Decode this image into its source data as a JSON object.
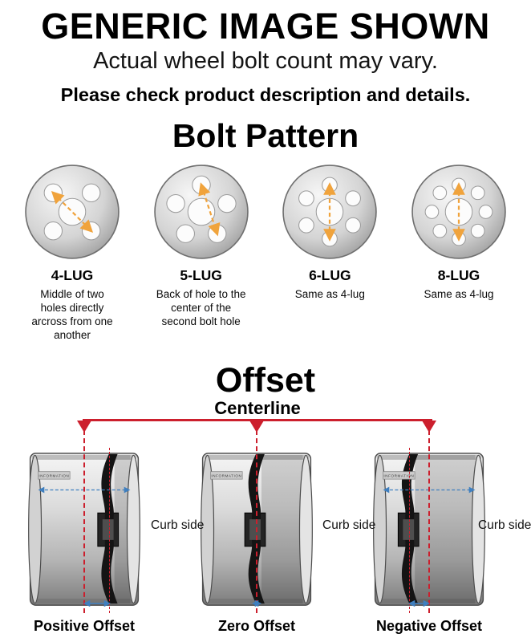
{
  "header": {
    "title": "GENERIC IMAGE SHOWN",
    "subtitle": "Actual wheel bolt count may vary.",
    "note": "Please check product description and details."
  },
  "bolt_pattern": {
    "title": "Bolt Pattern",
    "items": [
      {
        "label": "4-LUG",
        "lugs": 4,
        "description": "Middle of two holes directly arcross from one another"
      },
      {
        "label": "5-LUG",
        "lugs": 5,
        "description": "Back of hole to the center of the second bolt hole"
      },
      {
        "label": "6-LUG",
        "lugs": 6,
        "description": "Same as 4-lug"
      },
      {
        "label": "8-LUG",
        "lugs": 8,
        "description": "Same as 4-lug"
      }
    ]
  },
  "offset": {
    "title": "Offset",
    "centerline_label": "Centerline",
    "curb_side_label": "Curb side",
    "rim_strip_label": "INFORMATION",
    "items": [
      {
        "label": "Positive Offset",
        "type": "positive"
      },
      {
        "label": "Zero Offset",
        "type": "zero"
      },
      {
        "label": "Negative Offset",
        "type": "negative"
      }
    ]
  },
  "colors": {
    "centerline_red": "#cc1f2d",
    "measure_orange": "#f0a33c",
    "measure_blue": "#3f7fbf"
  }
}
